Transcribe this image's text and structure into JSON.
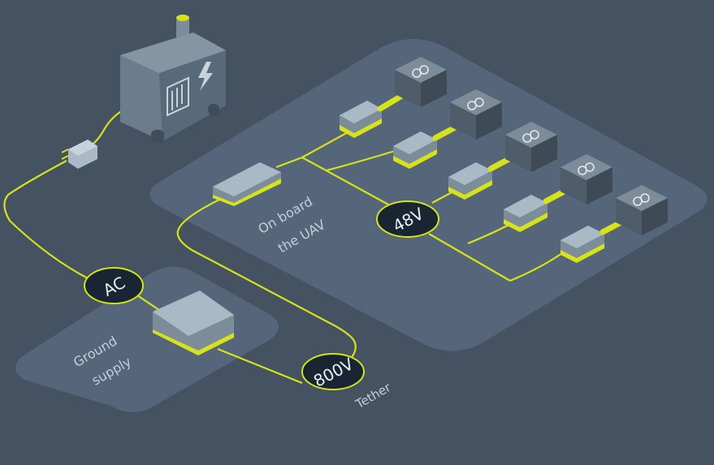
{
  "labels": {
    "ac": "AC",
    "v800": "800V",
    "v48": "48V",
    "onboard_line1": "On board",
    "onboard_line2": "the UAV",
    "ground_line1": "Ground",
    "ground_line2": "supply",
    "tether": "Tether"
  },
  "colors": {
    "background": "#445261",
    "platform": "#57687a",
    "wire": "#d6e21a",
    "box_top": "#a9b9c5",
    "box_side": "#7c8c99",
    "motor_dark": "#4f5d6a",
    "generator": "#6b7d8d",
    "badge_fill": "#1a2533",
    "text_muted": "#c3ced8"
  },
  "icons": {
    "generator": "generator-icon",
    "bolt": "lightning-bolt-icon",
    "plug": "plug-icon",
    "motor": "motor-icon"
  }
}
